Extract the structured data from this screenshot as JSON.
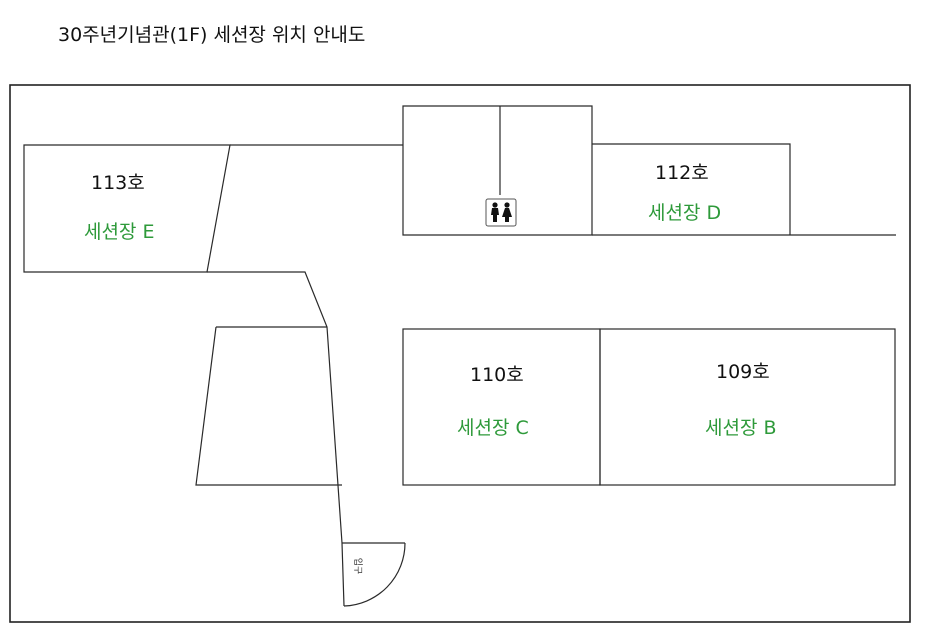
{
  "title": "30주년기념관(1F) 세션장 위치 안내도",
  "rooms": {
    "r113": {
      "number": "113호",
      "name": "세션장 E"
    },
    "r112": {
      "number": "112호",
      "name": "세션장 D"
    },
    "r110": {
      "number": "110호",
      "name": "세션장 C"
    },
    "r109": {
      "number": "109호",
      "name": "세션장 B"
    }
  },
  "entrance": {
    "label": "입구"
  },
  "icons": {
    "restroom": "restroom-icon"
  },
  "colors": {
    "room_name": "#2e9a3a",
    "walls": "#2a2a2a"
  }
}
